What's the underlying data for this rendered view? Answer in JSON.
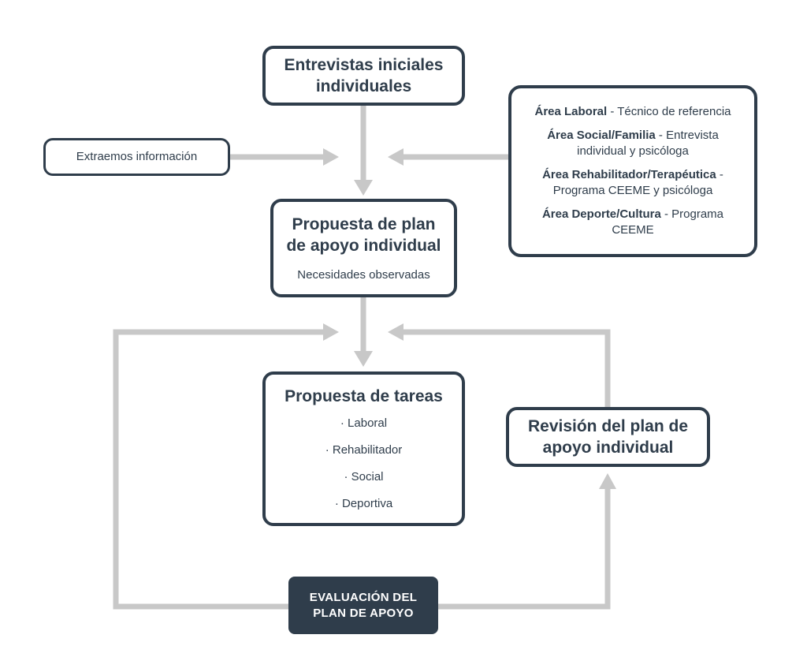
{
  "nodes": {
    "entrevistas": {
      "title": "Entrevistas iniciales individuales"
    },
    "extraemos": {
      "label": "Extraemos información"
    },
    "areas": [
      {
        "name": "Área Laboral",
        "detail": " - Técnico de referencia"
      },
      {
        "name": "Área Social/Familia",
        "detail": " - Entrevista individual y psicóloga"
      },
      {
        "name": "Área Rehabilitador/Terapéutica",
        "detail": " - Programa CEEME y psicóloga"
      },
      {
        "name": "Área Deporte/Cultura",
        "detail": " - Programa CEEME"
      }
    ],
    "propuesta_plan": {
      "title": "Propuesta de plan de apoyo individual",
      "subtitle": "Necesidades observadas"
    },
    "propuesta_tareas": {
      "title": "Propuesta de tareas",
      "items": [
        "· Laboral",
        "· Rehabilitador",
        "· Social",
        "· Deportiva"
      ]
    },
    "revision": {
      "title": "Revisión del plan de apoyo individual"
    },
    "evaluacion": {
      "line1": "EVALUACIÓN DEL",
      "line2": "PLAN DE APOYO"
    }
  },
  "colors": {
    "dark": "#2f3d4b",
    "arrow": "#c8c8c8",
    "background": "#ffffff"
  }
}
